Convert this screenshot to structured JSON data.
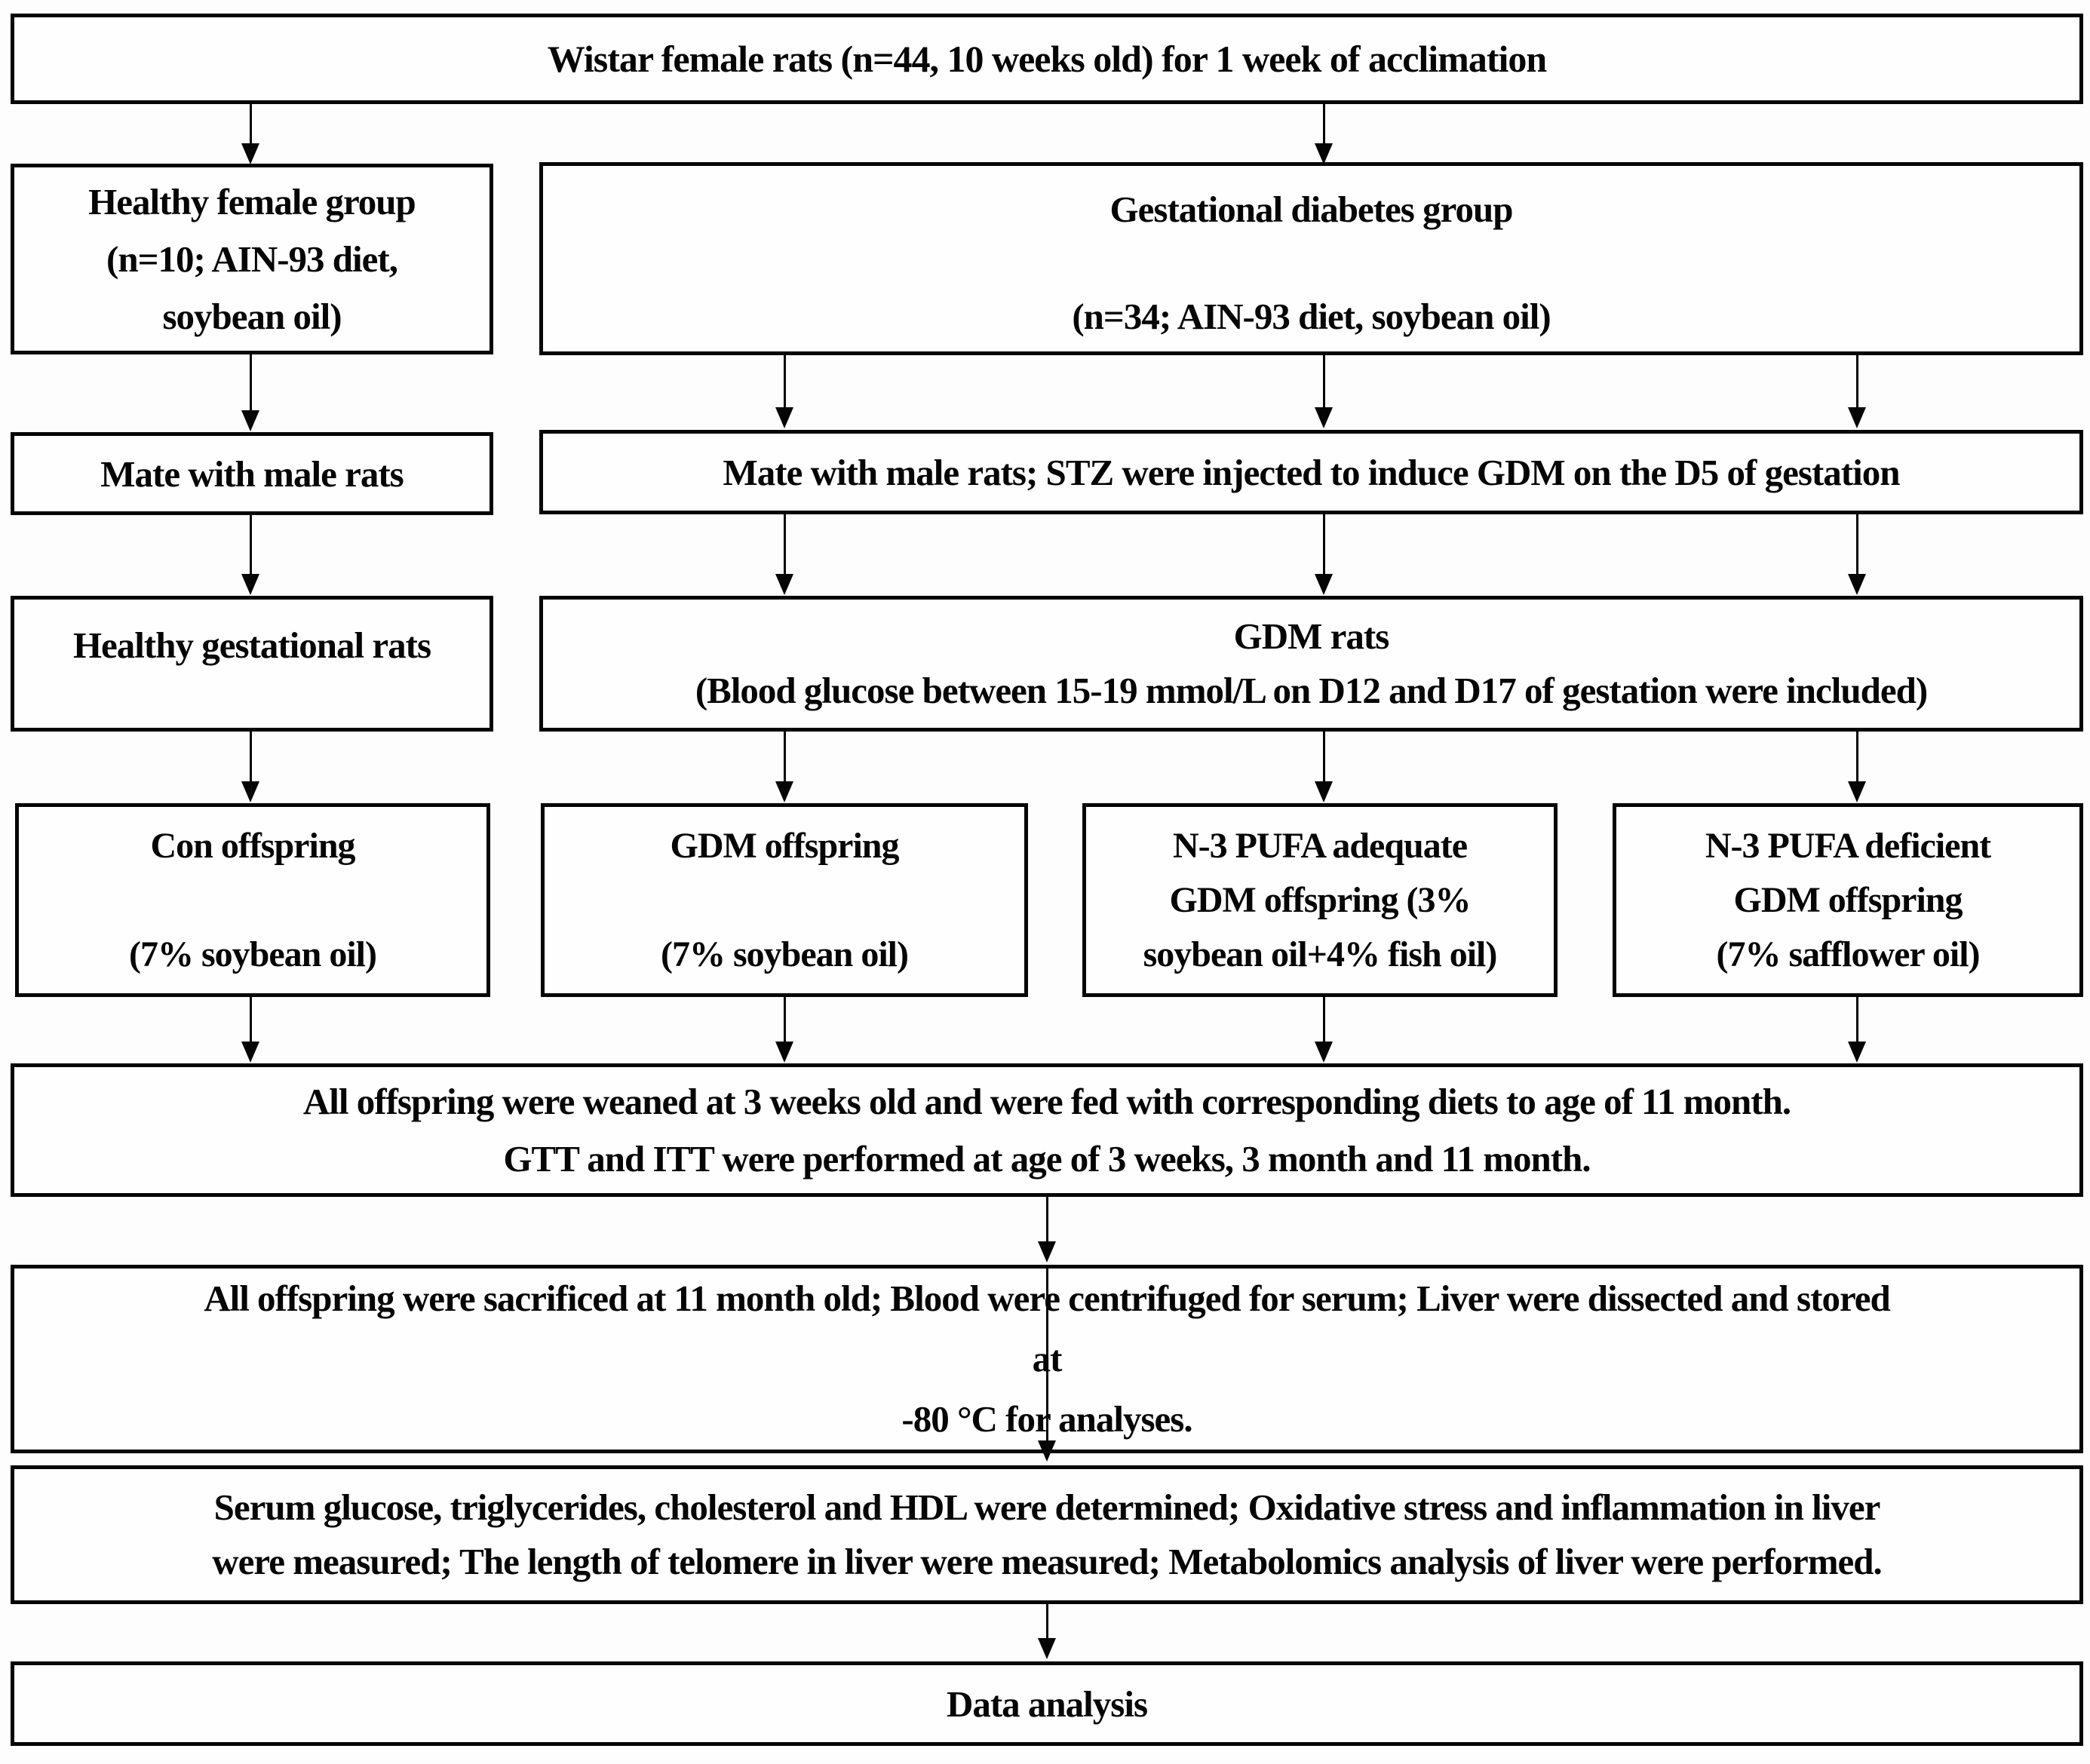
{
  "colors": {
    "text": "#050505",
    "border": "#050505",
    "background": "#ffffff"
  },
  "boxes": {
    "acclimation": {
      "text": "Wistar female rats  (n=44, 10 weeks old)  for 1 week of  acclimation"
    },
    "healthy_group": {
      "lines": [
        "Healthy female group",
        "(n=10; AIN-93 diet,",
        "soybean oil)"
      ]
    },
    "gdm_group": {
      "lines": [
        "Gestational diabetes group",
        "(n=34; AIN-93 diet, soybean oil)"
      ]
    },
    "healthy_mate": {
      "text": "Mate with male rats"
    },
    "gdm_mate": {
      "text": "Mate with male rats; STZ were injected to induce GDM  on the D5 of gestation"
    },
    "healthy_gestational": {
      "text": "Healthy gestational rats"
    },
    "gdm_rats": {
      "lines": [
        "GDM rats",
        "(Blood glucose between 15-19 mmol/L on D12 and D17 of  gestation were included)"
      ]
    },
    "offspring": [
      {
        "lines": [
          "Con offspring",
          "",
          "(7% soybean oil)"
        ]
      },
      {
        "lines": [
          "GDM offspring",
          "",
          "(7% soybean oil)"
        ]
      },
      {
        "lines": [
          "N-3 PUFA adequate",
          "GDM offspring (3%",
          "soybean oil+4% fish oil)"
        ]
      },
      {
        "lines": [
          "N-3 PUFA deficient",
          "GDM offspring",
          "(7% safflower oil)"
        ]
      }
    ],
    "weaning": {
      "lines": [
        "All offspring were weaned at 3 weeks old and were fed with corresponding diets to age of 11 month.",
        "GTT and ITT were performed at age of 3 weeks, 3 month and 11 month."
      ]
    },
    "sacrifice": {
      "lines": [
        "All offspring were sacrificed at 11 month old; Blood were centrifuged for serum; Liver were dissected and stored",
        "at",
        "-80 °C  for analyses."
      ]
    },
    "assays": {
      "lines": [
        "Serum glucose, triglycerides, cholesterol and HDL were determined; Oxidative stress and inflammation in liver",
        "were measured; The length of telomere in liver were measured; Metabolomics analysis of liver were performed."
      ]
    },
    "data_analysis": {
      "text": "Data analysis"
    }
  }
}
